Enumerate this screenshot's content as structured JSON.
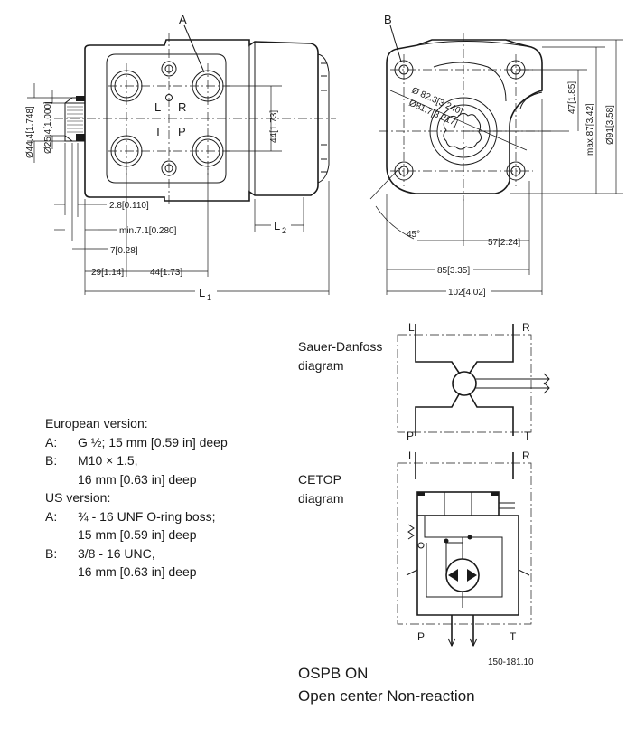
{
  "front_view": {
    "port_label_a": "A",
    "port_label_l": "L",
    "port_label_r": "R",
    "port_label_t": "T",
    "port_label_p": "P",
    "dims": {
      "d_outer": "Ø44.4[1.748]",
      "d_inner": "Ø25.4[1.000]",
      "h_ports": "44[1.73]",
      "d1": "2.8[0.110]",
      "d2": "min.7.1[0.280]",
      "d3": "7[0.28]",
      "d4": "29[1.14]",
      "d5": "44[1.73]",
      "l1": "L",
      "l1_sub": "1",
      "l2": "L",
      "l2_sub": "2"
    }
  },
  "side_view": {
    "port_label_b": "B",
    "dims": {
      "circle1": "Ø 82.3[3.240]",
      "circle2": "Ø81.7[3.217]",
      "v1": "47[1.85]",
      "v2": "max.87[3.42]",
      "v3": "Ø91[3.58]",
      "angle": "45°",
      "h1": "57[2.24]",
      "h2": "85[3.35]",
      "h3": "102[4.02]"
    }
  },
  "sauer_diagram": {
    "caption_1": "Sauer-Danfoss",
    "caption_2": "diagram",
    "l": "L",
    "r": "R",
    "p": "P",
    "t": "T"
  },
  "cetop_diagram": {
    "caption_1": "CETOP",
    "caption_2": "diagram",
    "l": "L",
    "r": "R",
    "p": "P",
    "t": "T"
  },
  "notes": {
    "eu_heading": "European version:",
    "eu_a_key": "A:",
    "eu_a_text": "G ½; 15 mm [0.59 in] deep",
    "eu_b_key": "B:",
    "eu_b_text": "M10 × 1.5,",
    "eu_b_text2": "16 mm [0.63 in] deep",
    "us_heading": "US version:",
    "us_a_key": "A:",
    "us_a_text": "¾ - 16 UNF O-ring boss;",
    "us_a_text2": "15 mm [0.59 in] deep",
    "us_b_key": "B:",
    "us_b_text": "3/8 - 16 UNC,",
    "us_b_text2": "16 mm [0.63 in] deep"
  },
  "drawing_number": "150-181.10",
  "title_line_1": "OSPB ON",
  "title_line_2": "Open center Non-reaction"
}
